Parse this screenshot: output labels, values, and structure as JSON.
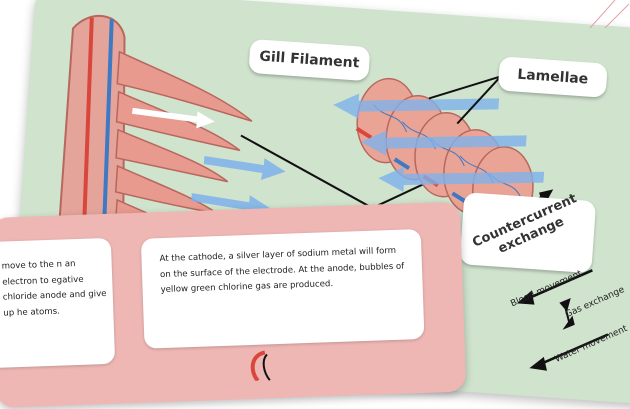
{
  "diagram": {
    "gill_filament_label": "Gill Filament",
    "lamellae_label": "Lamellae",
    "countercurrent_label": "Countercurrent exchange",
    "blood_movement_label": "Blood movement",
    "gas_exchange_label": "Gas exchange",
    "water_movement_label": "Water movement"
  },
  "notes": {
    "left_text": "move to the n an electron to egative chloride anode and give up he atoms.",
    "right_text": "At the cathode, a silver layer of sodium metal will form on the surface of the electrode. At the anode, bubbles of yellow green chlorine gas are produced."
  },
  "colors": {
    "card_bg": "#cfe3cd",
    "back_card_bg": "#eeb7b4",
    "filament_pink": "#e89a8e",
    "vessel_red": "#d9463c",
    "vessel_blue": "#3d79c4",
    "water_arrow_blue": "#7fb2ec"
  }
}
